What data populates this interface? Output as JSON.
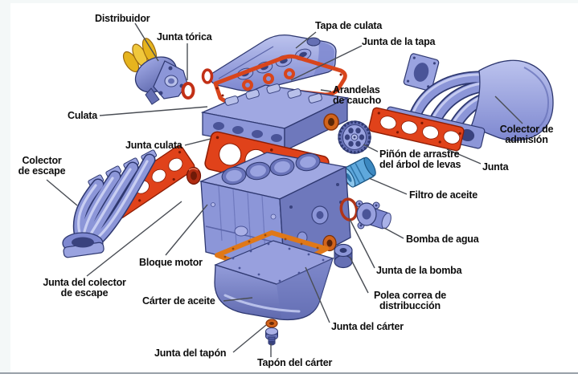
{
  "figure": {
    "type": "exploded-parts-diagram",
    "subject": "engine-components"
  },
  "labels": [
    {
      "id": "distribuidor",
      "text": "Distribuidor"
    },
    {
      "id": "junta-torica",
      "text": "Junta tórica"
    },
    {
      "id": "tapa-de-culata",
      "text": "Tapa de culata"
    },
    {
      "id": "junta-de-la-tapa",
      "text": "Junta de la tapa"
    },
    {
      "id": "arandelas-de-caucho",
      "text": "Arandelas\nde caucho"
    },
    {
      "id": "culata",
      "text": "Culata"
    },
    {
      "id": "junta-culata",
      "text": "Junta culata"
    },
    {
      "id": "colector-de-admision",
      "text": "Colector de\nadmisión"
    },
    {
      "id": "pinon-de-arrastre",
      "text": "Piñón de arrastre\ndel árbol de levas"
    },
    {
      "id": "junta-admision",
      "text": "Junta"
    },
    {
      "id": "filtro-de-aceite",
      "text": "Filtro de aceite"
    },
    {
      "id": "colector-de-escape",
      "text": "Colector\nde escape"
    },
    {
      "id": "junta-del-colector-de-escape",
      "text": "Junta del colector\nde escape"
    },
    {
      "id": "bloque-motor",
      "text": "Bloque motor"
    },
    {
      "id": "bomba-de-agua",
      "text": "Bomba de agua"
    },
    {
      "id": "junta-de-la-bomba",
      "text": "Junta de la bomba"
    },
    {
      "id": "carter-de-aceite",
      "text": "Cárter de aceite"
    },
    {
      "id": "polea-correa-de-distribuccion",
      "text": "Polea correa de\ndistribucción"
    },
    {
      "id": "junta-del-carter",
      "text": "Junta del cárter"
    },
    {
      "id": "junta-del-tapon",
      "text": "Junta del tapón"
    },
    {
      "id": "tapon-del-carter",
      "text": "Tapón del cárter"
    }
  ],
  "colors": {
    "background": "#ffffff",
    "label_text": "#0d0d0d",
    "engine_blue": "#8c96d8",
    "gasket_red": "#e0421a",
    "gasket_orange": "#e07818",
    "distributor_yellow": "#e6b41e",
    "oil_filter_blue": "#5fa8dc",
    "leader_line": "#4a4e55",
    "divider": "#98a0a8"
  }
}
